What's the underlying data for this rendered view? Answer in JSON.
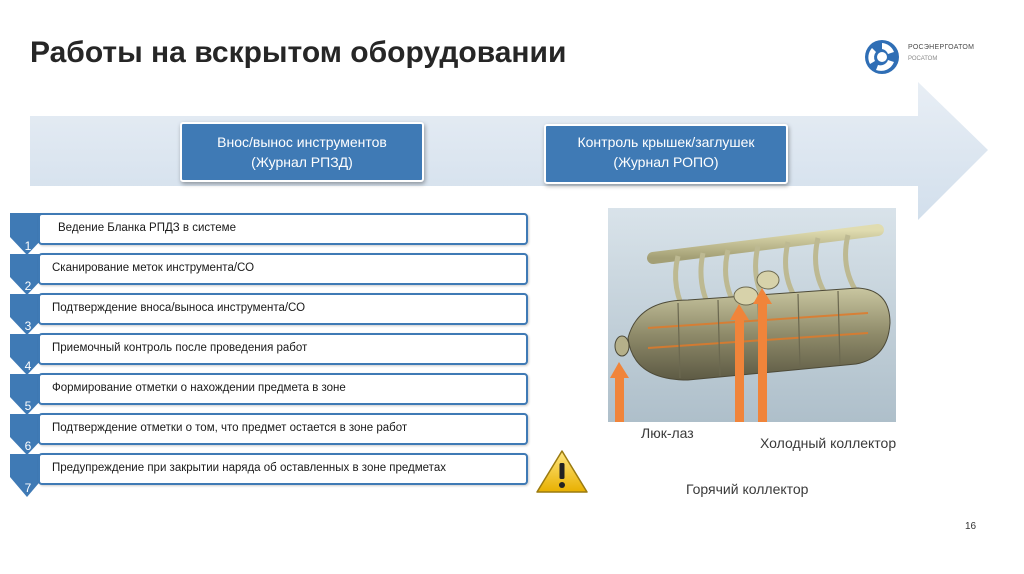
{
  "title": "Работы на вскрытом оборудовании",
  "logo": {
    "line1": "РОСЭНЕРГОАТОМ",
    "line2": "РОСАТОМ"
  },
  "header_boxes": [
    {
      "line1": "Внос/вынос инструментов",
      "line2": "(Журнал РПЗД)"
    },
    {
      "line1": "Контроль крышек/заглушек",
      "line2": "(Журнал РОПО)"
    }
  ],
  "steps": [
    {
      "num": "1",
      "text": "Ведение Бланка РПДЗ в системе"
    },
    {
      "num": "2",
      "text": "Сканирование меток инструмента/СО"
    },
    {
      "num": "3",
      "text": "Подтверждение вноса/выноса инструмента/СО"
    },
    {
      "num": "4",
      "text": "Приемочный контроль после проведения работ"
    },
    {
      "num": "5",
      "text": "Формирование отметки о нахождении предмета в зоне"
    },
    {
      "num": "6",
      "text": "Подтверждение отметки о том, что предмет остается в зоне работ"
    },
    {
      "num": "7",
      "text": "Предупреждение при закрытии наряда об оставленных в зоне предметах"
    }
  ],
  "photo_labels": {
    "manhole": "Люк-лаз",
    "cold_collector": "Холодный коллектор",
    "hot_collector": "Горячий коллектор"
  },
  "page_number": "16",
  "colors": {
    "accent": "#3f7ab5",
    "arrow": "#dde7f1",
    "orange": "#f0843a"
  },
  "icons": {
    "warning": "warning-icon",
    "logo": "rosatom-logo-icon"
  }
}
